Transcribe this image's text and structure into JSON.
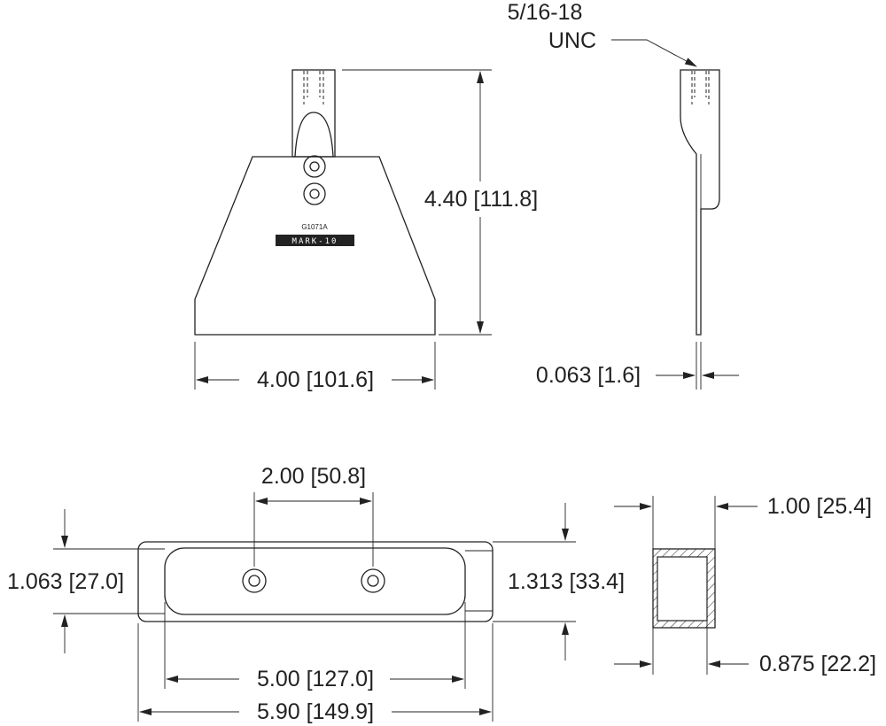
{
  "part_number": "G1071A",
  "brand": "MARK-10",
  "dimensions": {
    "height": "4.40 [111.8]",
    "width": "4.00 [101.6]",
    "thread_top": "5/16-18",
    "thread_bottom": "UNC",
    "thickness": "0.063 [1.6]",
    "hole_spacing": "2.00 [50.8]",
    "inner_height": "1.063 [27.0]",
    "outer_height": "1.313 [33.4]",
    "inner_length": "5.00 [127.0]",
    "outer_length": "5.90 [149.9]",
    "section_outer": "1.00 [25.4]",
    "section_inner": "0.875 [22.2]"
  }
}
